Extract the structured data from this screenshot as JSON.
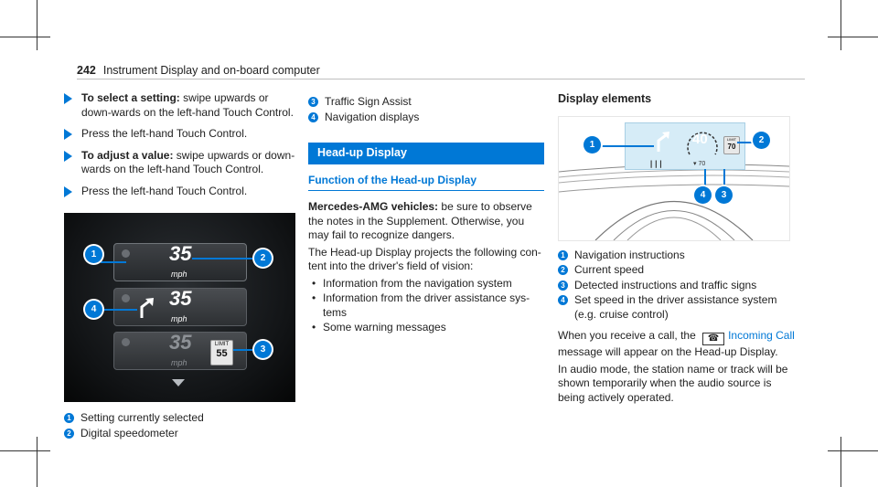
{
  "header": {
    "page": "242",
    "title": "Instrument Display and on-board computer"
  },
  "col1": {
    "steps": [
      {
        "bold": "To select a setting:",
        "text": " swipe upwards or down-wards on the left-hand Touch Control."
      },
      {
        "bold": "",
        "text": "Press the left-hand Touch Control."
      },
      {
        "bold": "To adjust a value:",
        "text": " swipe upwards or down-wards on the left-hand Touch Control."
      },
      {
        "bold": "",
        "text": "Press the left-hand Touch Control."
      }
    ],
    "figure": {
      "tiles": [
        {
          "speed": "35",
          "unit": "mph"
        },
        {
          "speed": "35",
          "unit": "mph"
        },
        {
          "speed": "35",
          "unit": "mph",
          "limit_label": "LIMIT",
          "limit_value": "55"
        }
      ],
      "callouts": [
        "1",
        "2",
        "4",
        "3"
      ]
    },
    "legend": [
      {
        "n": "1",
        "text": "Setting currently selected"
      },
      {
        "n": "2",
        "text": "Digital speedometer"
      }
    ]
  },
  "col2": {
    "legend": [
      {
        "n": "3",
        "text": "Traffic Sign Assist"
      },
      {
        "n": "4",
        "text": "Navigation displays"
      }
    ],
    "section_title": "Head-up Display",
    "subsection_title": "Function of the Head-up Display",
    "intro_bold": "Mercedes-AMG vehicles:",
    "intro_text": " be sure to observe the notes in the Supplement. Otherwise, you may fail to recognize dangers.",
    "para": "The Head-up Display projects the following con-tent into the driver's field of vision:",
    "bullets": [
      "Information from the navigation system",
      "Information from the driver assistance sys-tems",
      "Some warning messages"
    ]
  },
  "col3": {
    "title": "Display elements",
    "figure": {
      "speed": "40",
      "limit_label": "LIMIT",
      "limit_value": "70",
      "small_speed": "70",
      "callouts": [
        "1",
        "2",
        "4",
        "3"
      ]
    },
    "legend": [
      {
        "n": "1",
        "text": "Navigation instructions"
      },
      {
        "n": "2",
        "text": "Current speed"
      },
      {
        "n": "3",
        "text": "Detected instructions and traffic signs"
      },
      {
        "n": "4",
        "text": "Set speed in the driver assistance system (e.g. cruise control)"
      }
    ],
    "call_text_1": "When you receive a call, the",
    "call_link": "Incoming Call",
    "call_text_2": "message will appear on the Head-up Display.",
    "audio_text": "In audio mode, the station name or track will be shown temporarily when the audio source is being actively operated."
  }
}
